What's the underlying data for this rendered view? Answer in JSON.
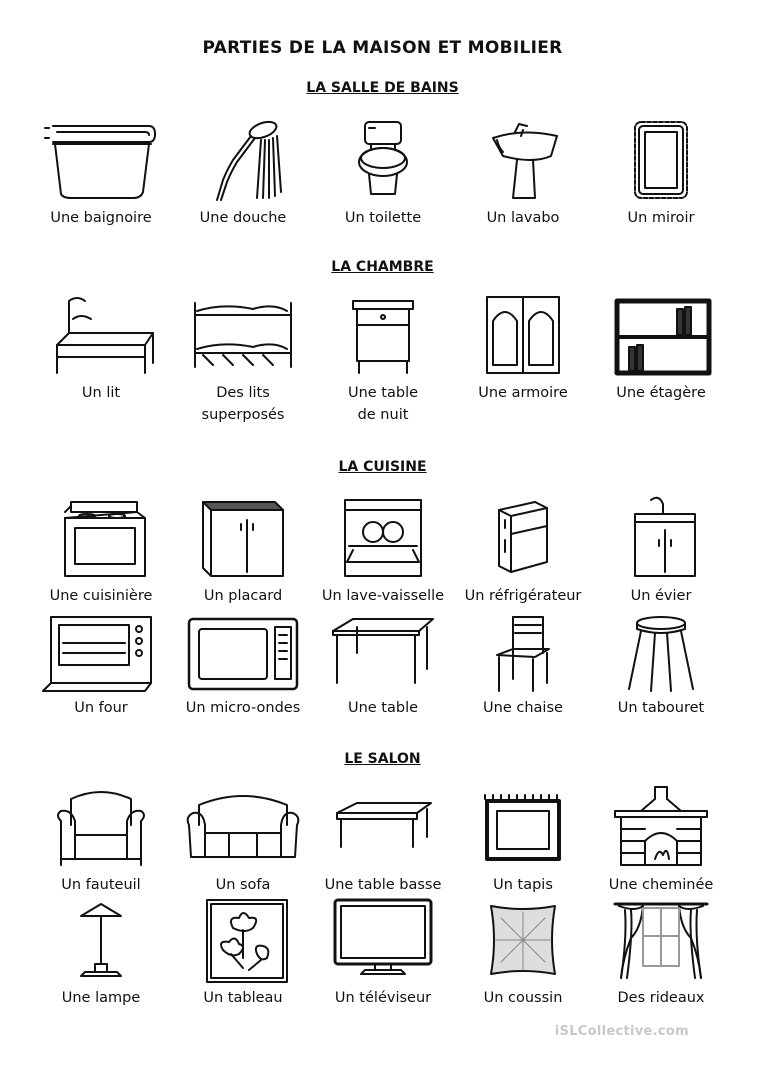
{
  "title": "PARTIES DE LA MAISON ET MOBILIER",
  "sections": [
    {
      "heading": "LA SALLE DE BAINS"
    },
    {
      "heading": "LA CHAMBRE"
    },
    {
      "heading": "LA CUISINE"
    },
    {
      "heading": "LE SALON"
    }
  ],
  "items": {
    "bathroom": [
      {
        "label": "Une baignoire",
        "icon": "bathtub-icon"
      },
      {
        "label": "Une douche",
        "icon": "shower-icon"
      },
      {
        "label": "Un   toilette",
        "icon": "toilet-icon"
      },
      {
        "label": "Un lavabo",
        "icon": "sink-icon"
      },
      {
        "label": "Un miroir",
        "icon": "mirror-icon"
      }
    ],
    "bedroom": [
      {
        "label": "Un lit",
        "icon": "bed-icon"
      },
      {
        "label": "Des lits\nsuperposés",
        "icon": "bunk-bed-icon"
      },
      {
        "label": "Une table\nde nuit",
        "icon": "nightstand-icon"
      },
      {
        "label": "Une armoire",
        "icon": "wardrobe-icon"
      },
      {
        "label": "Une étagère",
        "icon": "shelf-icon"
      }
    ],
    "kitchen_row1": [
      {
        "label": "Une cuisinière",
        "icon": "stove-icon"
      },
      {
        "label": "Un placard",
        "icon": "cupboard-icon"
      },
      {
        "label": "Un lave-vaisselle",
        "icon": "dishwasher-icon"
      },
      {
        "label": "Un réfrigérateur",
        "icon": "fridge-icon"
      },
      {
        "label": "Un évier",
        "icon": "kitchen-sink-icon"
      }
    ],
    "kitchen_row2": [
      {
        "label": "Un four",
        "icon": "oven-icon"
      },
      {
        "label": "Un micro-ondes",
        "icon": "microwave-icon"
      },
      {
        "label": "Une table",
        "icon": "table-icon"
      },
      {
        "label": "Une chaise",
        "icon": "chair-icon"
      },
      {
        "label": "Un tabouret",
        "icon": "stool-icon"
      }
    ],
    "living_row1": [
      {
        "label": "Un fauteuil",
        "icon": "armchair-icon"
      },
      {
        "label": "Un sofa",
        "icon": "sofa-icon"
      },
      {
        "label": "Une table basse",
        "icon": "coffee-table-icon"
      },
      {
        "label": "Un tapis",
        "icon": "rug-icon"
      },
      {
        "label": "Une cheminée",
        "icon": "fireplace-icon"
      }
    ],
    "living_row2": [
      {
        "label": "Une lampe",
        "icon": "lamp-icon"
      },
      {
        "label": "Un tableau",
        "icon": "painting-icon"
      },
      {
        "label": "Un téléviseur",
        "icon": "tv-icon"
      },
      {
        "label": "Un coussin",
        "icon": "cushion-icon"
      },
      {
        "label": "Des rideaux",
        "icon": "curtains-icon"
      }
    ]
  },
  "watermark": "iSLCollective.com"
}
